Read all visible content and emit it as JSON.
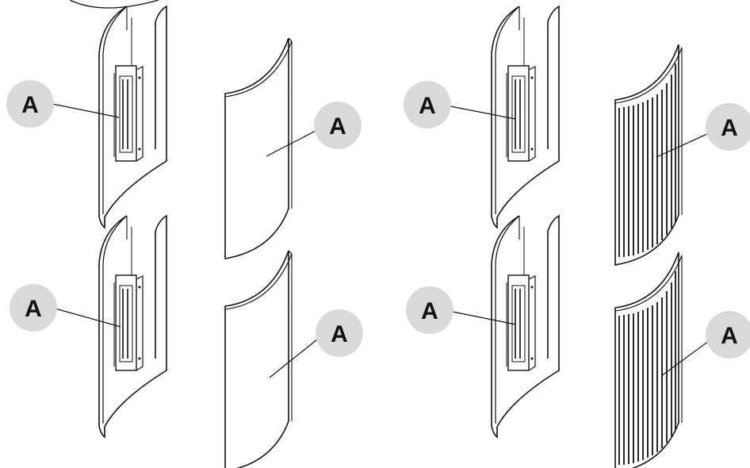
{
  "labels": {
    "a1": "A",
    "a2": "A",
    "a3": "A",
    "a4": "A",
    "a5": "A",
    "a6": "A",
    "a7": "A",
    "a8": "A"
  },
  "colors": {
    "line": "#111111",
    "callout_fill": "#d9d9d9",
    "background": "#ffffff"
  },
  "icons": {
    "bracket_panel": "curved-panel-with-mounting-bracket-icon",
    "plain_panel": "plain-curved-panel-icon",
    "ribbed_panel": "ribbed-curved-panel-icon"
  }
}
